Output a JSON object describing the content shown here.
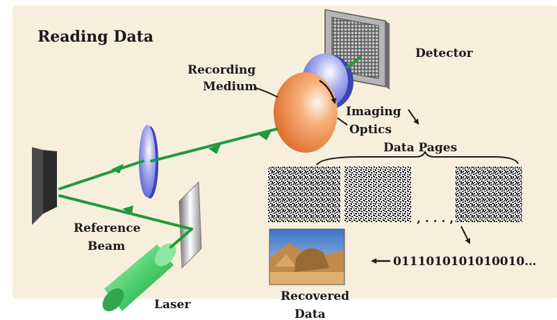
{
  "diagram": {
    "title": "Reading Data",
    "labels": {
      "detector": "Detector",
      "recording_medium_line1": "Recording",
      "recording_medium_line2": "Medium",
      "imaging_optics_line1": "Imaging",
      "imaging_optics_line2": "Optics",
      "data_pages": "Data Pages",
      "ellipsis": ", . . . ,",
      "reference_beam_line1": "Reference",
      "reference_beam_line2": "Beam",
      "laser": "Laser",
      "binary_stream": "0111010101010010…",
      "recovered_data_line1": "Recovered",
      "recovered_data_line2": "Data"
    },
    "colors": {
      "background": "#f6efdc",
      "beam": "#1e9a3a",
      "medium": "#f39a5a",
      "lens": "#7f86df",
      "lens_edge": "#3d44b8",
      "laser": "#5ed27a",
      "mirror": "#9a9a9a",
      "detector_frame": "#8c8c8c"
    }
  }
}
